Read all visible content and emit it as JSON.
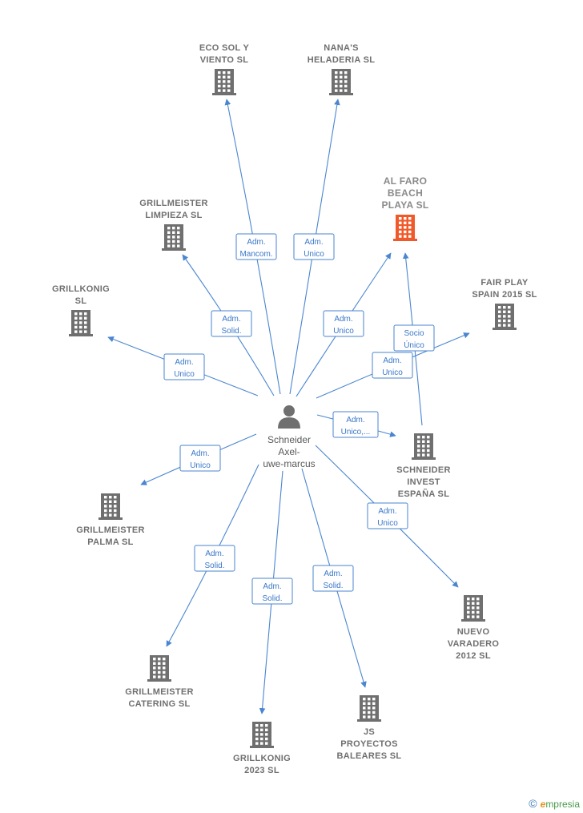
{
  "colors": {
    "edge": "#4a86d0",
    "node": "#6f6f6f",
    "highlight": "#f05a2a",
    "person": "#6f6f6f"
  },
  "center": {
    "name_lines": [
      "Schneider",
      "Axel-",
      "uwe-marcus"
    ],
    "icon": "person-icon"
  },
  "companies": [
    {
      "id": "eco-sol",
      "lines": [
        "ECO SOL Y",
        "VIENTO  SL"
      ]
    },
    {
      "id": "nanas",
      "lines": [
        "NANA'S",
        "HELADERIA  SL"
      ]
    },
    {
      "id": "al-faro",
      "lines": [
        "AL FARO",
        "BEACH",
        "PLAYA  SL"
      ],
      "highlight": true
    },
    {
      "id": "grillmeister-limpieza",
      "lines": [
        "GRILLMEISTER",
        "LIMPIEZA  SL"
      ]
    },
    {
      "id": "grillkonig",
      "lines": [
        "GRILLKONIG",
        "SL"
      ]
    },
    {
      "id": "fair-play",
      "lines": [
        "FAIR PLAY",
        "SPAIN 2015  SL"
      ]
    },
    {
      "id": "schneider-invest",
      "lines": [
        "SCHNEIDER",
        "INVEST",
        "ESPAÑA  SL"
      ]
    },
    {
      "id": "grillmeister-palma",
      "lines": [
        "GRILLMEISTER",
        "PALMA SL"
      ]
    },
    {
      "id": "nuevo-varadero",
      "lines": [
        "NUEVO",
        "VARADERO",
        "2012 SL"
      ]
    },
    {
      "id": "grillmeister-catering",
      "lines": [
        "GRILLMEISTER",
        "CATERING  SL"
      ]
    },
    {
      "id": "js-proyectos",
      "lines": [
        "JS",
        "PROYECTOS",
        "BALEARES  SL"
      ]
    },
    {
      "id": "grillkonig-2023",
      "lines": [
        "GRILLKONIG",
        "2023  SL"
      ]
    }
  ],
  "relations": [
    {
      "to": "eco-sol",
      "lines": [
        "Adm.",
        "Mancom."
      ]
    },
    {
      "to": "nanas",
      "lines": [
        "Adm.",
        "Unico"
      ]
    },
    {
      "to": "al-faro",
      "lines": [
        "Adm.",
        "Unico"
      ]
    },
    {
      "to": "grillmeister-limpieza",
      "lines": [
        "Adm.",
        "Solid."
      ]
    },
    {
      "to": "grillkonig",
      "lines": [
        "Adm.",
        "Unico"
      ]
    },
    {
      "to": "fair-play",
      "lines": [
        "Adm.",
        "Unico"
      ]
    },
    {
      "to": "schneider-invest",
      "lines": [
        "Adm.",
        "Unico,..."
      ]
    },
    {
      "from": "schneider-invest",
      "to": "al-faro",
      "lines": [
        "Socio",
        "Único"
      ]
    },
    {
      "to": "grillmeister-palma",
      "lines": [
        "Adm.",
        "Unico"
      ]
    },
    {
      "to": "nuevo-varadero",
      "lines": [
        "Adm.",
        "Unico"
      ]
    },
    {
      "to": "grillmeister-catering",
      "lines": [
        "Adm.",
        "Solid."
      ]
    },
    {
      "to": "grillkonig-2023",
      "lines": [
        "Adm.",
        "Solid."
      ]
    },
    {
      "to": "js-proyectos",
      "lines": [
        "Adm.",
        "Solid."
      ]
    }
  ],
  "watermark": {
    "symbol": "©",
    "brand_initial": "e",
    "brand_rest": "mpresia"
  }
}
